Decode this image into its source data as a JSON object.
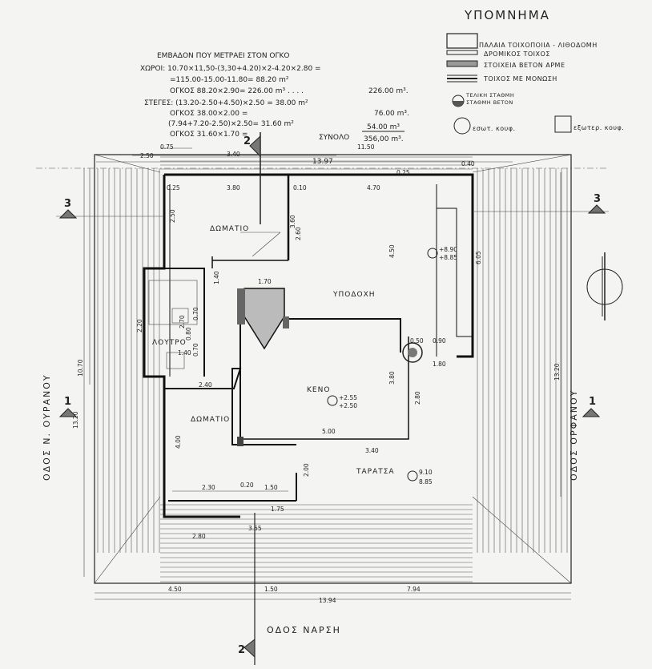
{
  "legend": {
    "title": "ΥΠΟΜΝΗΜΑ",
    "items": [
      "ΠΑΛΑΙΑ ΤΟΙΧΟΠΟΙΙΑ - ΛΙΘΟΔΟΜΗ",
      "ΔΡΟΜΙΚΟΣ ΤΟΙΧΟΣ",
      "ΣΤΟΙΧΕΙΑ ΒΕΤΟΝ ΑΡΜΕ",
      "ΤΟΙΧΟΣ ΜΕ ΜΟΝΩΣΗ",
      "ΤΕΛΙΚΗ ΣΤΑΘΜΗ",
      "ΣΤΑΘΜΗ ΒΕΤΟΝ",
      "εσωτ. κουφ.",
      "εξωτερ. κουφ."
    ]
  },
  "calculation": {
    "title": "ΕΜΒΑΔΟΝ ΠΟΥ ΜΕΤΡΑΕΙ ΣΤΟΝ ΟΓΚΟ",
    "lines": [
      "ΧΩΡΟΙ: 10.70×11,50-(3,30+4.20)×2-4.20×2.80 =",
      "=115.00-15.00-11.80= 88.20 m²",
      "ΟΓΚΟΣ     88.20×2.90= 226.00 m³ . . . .",
      "ΣΤΕΓΕΣ: (13.20-2.50+4.50)×2.50 = 38.00 m²",
      "ΟΓΚΟΣ               38.00×2.00 =",
      "(7.94+7.20-2.50)×2.50= 31.60 m²",
      "ΟΓΚΟΣ               31.60×1.70 ="
    ],
    "results": [
      "226.00 m³.",
      "76.00 m³.",
      "54.00 m³"
    ],
    "total_label": "ΣΥΝΟΛΟ",
    "total": "356,00 m³."
  },
  "rooms": {
    "room1": "ΔΩΜΑΤΙΟ",
    "reception": "ΥΠΟΔΟΧΗ",
    "bathroom": "ΛΟΥΤΡΟ",
    "void": "ΚΕΝΟ",
    "room2": "ΔΩΜΑΤΙΟ",
    "terrace": "ΤΑΡΑΤΣΑ"
  },
  "streets": {
    "west": "ΟΔΟΣ Ν. ΟΥΡΑΝΟΥ",
    "east": "ΟΔΟΣ ΟΡΦΑΝΟΥ",
    "south": "ΟΔΟΣ ΝΑΡΣΗ"
  },
  "sections": {
    "s1": "1",
    "s2": "2",
    "s3": "3"
  },
  "levels": {
    "reception_top": "+8.90",
    "reception_bottom": "+8.85",
    "void_top": "+2.55",
    "void_bottom": "+2.50",
    "terrace_top": "9.10",
    "terrace_bottom": "8.85"
  },
  "dimensions": {
    "top_0_75": "0.75",
    "top_2_50": "2.50",
    "top_3_40": "3.40",
    "top_11_50": "11.50",
    "top_13_97": "13.97",
    "top_0_25a": "0.25",
    "top_3_80": "3.80",
    "top_0_10": "0.10",
    "top_4_70": "4.70",
    "top_0_25b": "0.25",
    "top_0_40": "0.40",
    "left_10_70": "10.70",
    "left_13_20": "13.20",
    "right_13_20": "13.20",
    "r1_2_50": "2.50",
    "r1_3_60": "3.60",
    "r1_2_60": "2.60",
    "rec_4_50": "4.50",
    "rec_6_05": "6.05",
    "bath_2_20": "2.20",
    "bath_1_40": "1.40",
    "bath_2_70": "2.70",
    "bath_0_80": "0.80",
    "bath_0_70a": "0.70",
    "bath_0_70b": "0.70",
    "bath_1_40b": "1.40",
    "top_1_70": "1.70",
    "col_0_50": "0.50",
    "col_0_90": "0.90",
    "col_1_80": "1.80",
    "r2_2_40": "2.40",
    "r2_4_00": "4.00",
    "void_3_80": "3.80",
    "void_2_80": "2.80",
    "void_5_00": "5.00",
    "ter_3_40": "3.40",
    "ter_2_00": "2.00",
    "b_2_30": "2.30",
    "b_0_20": "0.20",
    "b_1_50": "1.50",
    "b_1_75": "1.75",
    "b_2_80": "2.80",
    "b_3_55": "3.55",
    "bot_4_50": "4.50",
    "bot_1_50": "1.50",
    "bot_7_94": "7.94",
    "bot_13_94": "13.94"
  }
}
